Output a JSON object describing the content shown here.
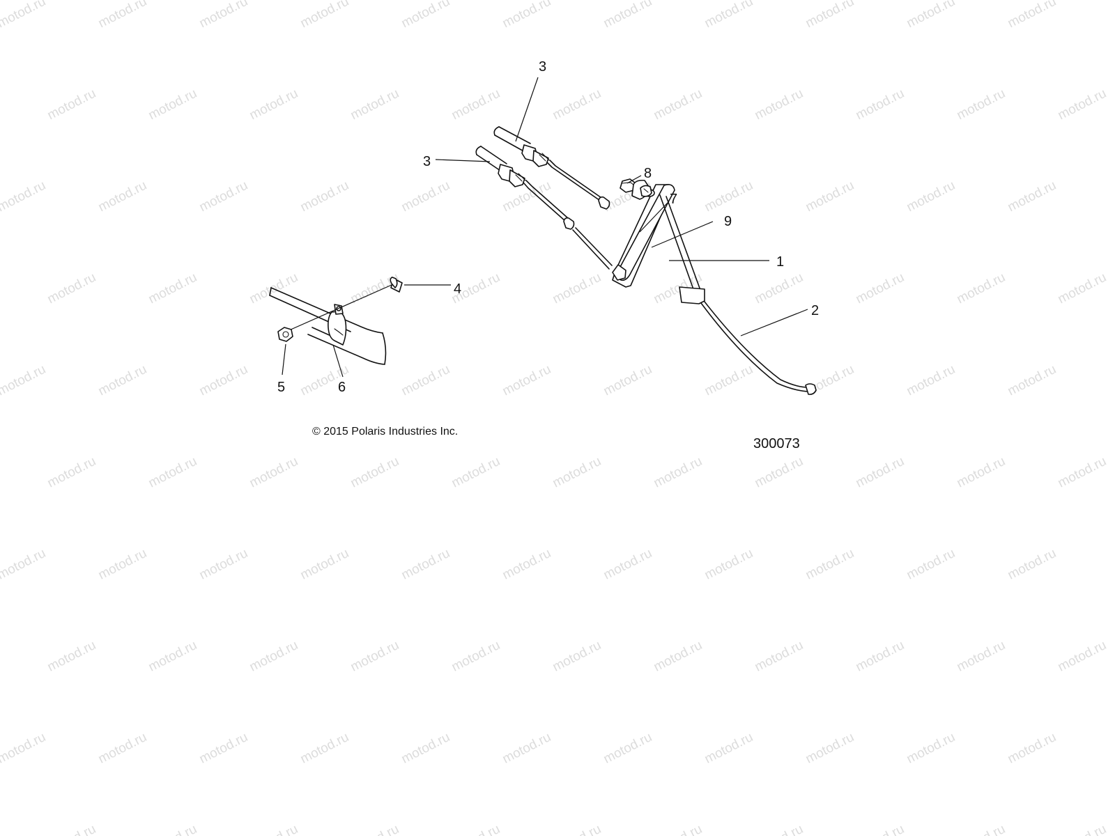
{
  "watermark": {
    "text": "motod.ru",
    "color": "#dcdcdc"
  },
  "callouts": {
    "c1": "1",
    "c2": "2",
    "c3a": "3",
    "c3b": "3",
    "c4": "4",
    "c5": "5",
    "c6": "6",
    "c7": "7",
    "c8": "8",
    "c9": "9"
  },
  "footer": {
    "copyright": "© 2015 Polaris Industries Inc.",
    "figure_number": "300073"
  }
}
